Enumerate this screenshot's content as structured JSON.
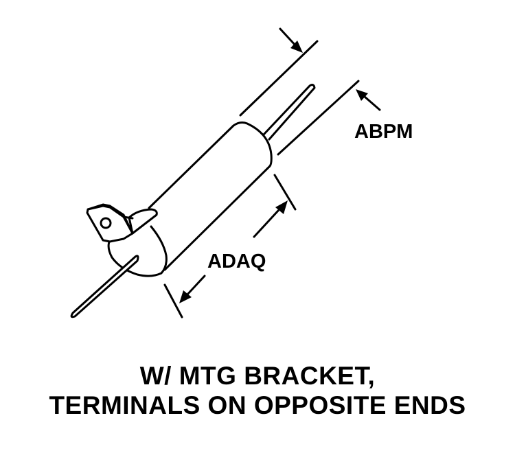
{
  "labels": {
    "dim_diameter": "ABPM",
    "dim_length": "ADAQ"
  },
  "caption": {
    "line1": "W/ MTG BRACKET,",
    "line2": "TERMINALS ON OPPOSITE ENDS"
  },
  "colors": {
    "ink": "#000000",
    "background": "#ffffff"
  }
}
